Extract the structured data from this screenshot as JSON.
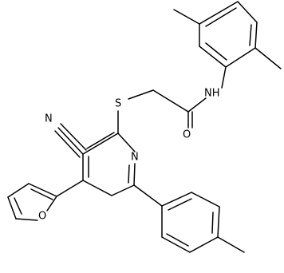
{
  "molecule": {
    "atom_labels": {
      "s": "S",
      "n_ring": "N",
      "nh": "NH",
      "o_carbonyl": "O",
      "n_nitrile": "N",
      "o_furan": "O"
    }
  }
}
